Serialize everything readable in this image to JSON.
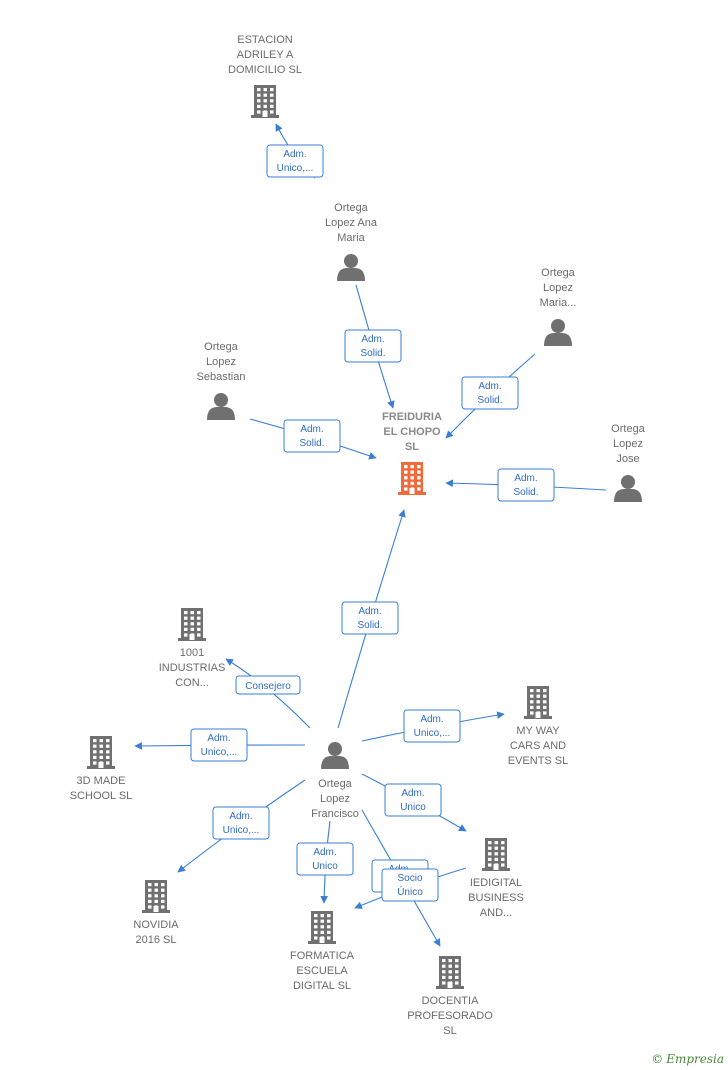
{
  "colors": {
    "edge": "#3a7fd6",
    "node": "#707070",
    "center": "#f06a3c"
  },
  "nodes": [
    {
      "id": "freiduria",
      "type": "company",
      "center": true,
      "lines": [
        "FREIDURIA",
        "EL CHOPO",
        "SL"
      ]
    },
    {
      "id": "estacion",
      "type": "company",
      "lines": [
        "ESTACION",
        "ADRILEY A",
        "DOMICILIO  SL"
      ]
    },
    {
      "id": "ana",
      "type": "person",
      "lines": [
        "Ortega",
        "Lopez Ana",
        "Maria"
      ]
    },
    {
      "id": "mariaa",
      "type": "person",
      "lines": [
        "Ortega",
        "Lopez",
        "Maria..."
      ]
    },
    {
      "id": "sebastian",
      "type": "person",
      "lines": [
        "Ortega",
        "Lopez",
        "Sebastian"
      ]
    },
    {
      "id": "jose",
      "type": "person",
      "lines": [
        "Ortega",
        "Lopez",
        "Jose"
      ]
    },
    {
      "id": "francisco",
      "type": "person",
      "lines": [
        "Ortega",
        "Lopez",
        "Francisco"
      ]
    },
    {
      "id": "industrias",
      "type": "company",
      "lines": [
        "1001",
        "INDUSTRIAS",
        "CON..."
      ]
    },
    {
      "id": "myway",
      "type": "company",
      "lines": [
        "MY WAY",
        "CARS AND",
        "EVENTS  SL"
      ]
    },
    {
      "id": "made3d",
      "type": "company",
      "lines": [
        "3D MADE",
        "SCHOOL  SL"
      ]
    },
    {
      "id": "iedigital",
      "type": "company",
      "lines": [
        "IEDIGITAL",
        "BUSINESS",
        "AND..."
      ]
    },
    {
      "id": "novidia",
      "type": "company",
      "lines": [
        "NOVIDIA",
        "2016  SL"
      ]
    },
    {
      "id": "formatica",
      "type": "company",
      "lines": [
        "FORMATICA",
        "ESCUELA",
        "DIGITAL  SL"
      ]
    },
    {
      "id": "docentia",
      "type": "company",
      "lines": [
        "DOCENTIA",
        "PROFESORADO",
        "SL"
      ]
    }
  ],
  "edges": [
    {
      "from": "ana",
      "to": "estacion",
      "label": [
        "Adm.",
        "Unico,..."
      ]
    },
    {
      "from": "ana",
      "to": "freiduria",
      "label": [
        "Adm.",
        "Solid."
      ]
    },
    {
      "from": "mariaa",
      "to": "freiduria",
      "label": [
        "Adm.",
        "Solid."
      ]
    },
    {
      "from": "sebastian",
      "to": "freiduria",
      "label": [
        "Adm.",
        "Solid."
      ]
    },
    {
      "from": "jose",
      "to": "freiduria",
      "label": [
        "Adm.",
        "Solid."
      ]
    },
    {
      "from": "francisco",
      "to": "freiduria",
      "label": [
        "Adm.",
        "Solid."
      ]
    },
    {
      "from": "francisco",
      "to": "industrias",
      "label": [
        "Consejero"
      ]
    },
    {
      "from": "francisco",
      "to": "myway",
      "label": [
        "Adm.",
        "Unico,..."
      ]
    },
    {
      "from": "francisco",
      "to": "made3d",
      "label": [
        "Adm.",
        "Unico,..."
      ]
    },
    {
      "from": "francisco",
      "to": "iedigital",
      "label": [
        "Adm.",
        "Unico"
      ]
    },
    {
      "from": "francisco",
      "to": "novidia",
      "label": [
        "Adm.",
        "Unico,..."
      ]
    },
    {
      "from": "francisco",
      "to": "formatica",
      "label": [
        "Adm.",
        "Unico"
      ]
    },
    {
      "from": "francisco",
      "to": "docentia",
      "label": [
        "Adm.",
        "Unico"
      ]
    },
    {
      "from": "iedigital",
      "to": "formatica",
      "label": [
        "Socio",
        "Único"
      ]
    }
  ],
  "brand": {
    "copyright": "©",
    "name": "Empresia"
  }
}
